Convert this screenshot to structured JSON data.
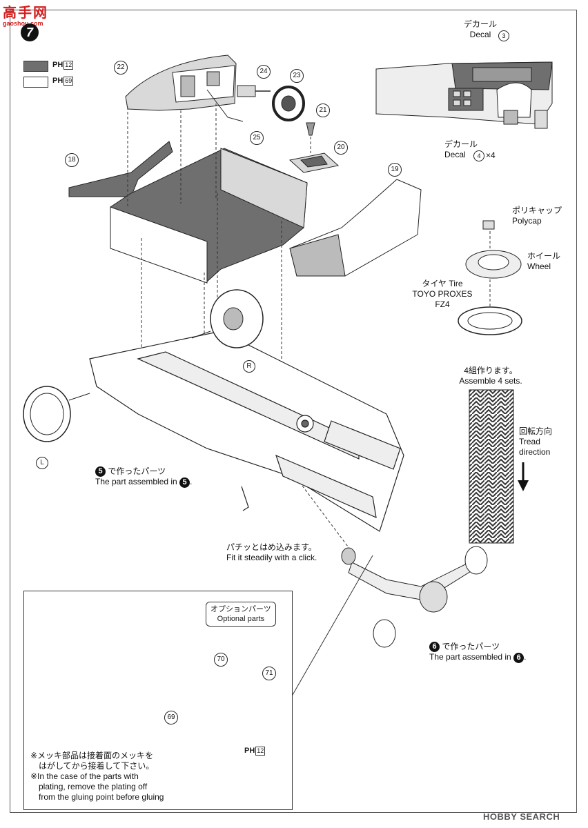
{
  "logo": {
    "text": "高手网",
    "sub": "gaoshou.com"
  },
  "step": {
    "number": "7"
  },
  "legend": [
    {
      "color": "#6f6f6f",
      "label": "PH",
      "code": "12"
    },
    {
      "color": "#ffffff",
      "label": "PH",
      "code": "69"
    }
  ],
  "parts": {
    "p18": "18",
    "p19": "19",
    "p20": "20",
    "p21": "21",
    "p22": "22",
    "p23": "23",
    "p24": "24",
    "p25": "25",
    "p69": "69",
    "p70": "70",
    "p71": "71"
  },
  "decal_top": {
    "jp": "デカール",
    "en": "Decal",
    "num": "3"
  },
  "decal_bottom": {
    "jp": "デカール",
    "en": "Decal",
    "num": "4",
    "qty": "×4"
  },
  "polycap": {
    "jp": "ポリキャップ",
    "en": "Polycap"
  },
  "wheel": {
    "jp": "ホイール",
    "en": "Wheel"
  },
  "tire": {
    "line1": "タイヤ Tire",
    "line2": "TOYO PROXES",
    "line3": "FZ4"
  },
  "assemble_sets": {
    "jp": "4組作ります。",
    "en": "Assemble 4 sets."
  },
  "tread": {
    "jp": "回転方向",
    "en1": "Tread",
    "en2": "direction"
  },
  "wheel_r": "R",
  "wheel_l": "L",
  "from_step5": {
    "jp": "で作ったパーツ",
    "en": "The part assembled in",
    "num": "5"
  },
  "from_step6": {
    "jp": "で作ったパーツ",
    "en": "The part assembled in",
    "num": "6"
  },
  "click_note": {
    "jp": "パチッとはめ込みます。",
    "en": "Fit it steadily with a click."
  },
  "optional": {
    "jp": "オプションパーツ",
    "en": "Optional parts"
  },
  "ph12_inset": {
    "label": "PH",
    "code": "12"
  },
  "plating_note": {
    "jp1": "※メッキ部品は接着面のメッキを",
    "jp2": "はがしてから接着して下さい。",
    "en1": "※In the case of the parts with",
    "en2": "plating, remove the plating off",
    "en3": "from the gluing point before gluing"
  },
  "watermark": {
    "brand": "HOBBY SEARCH"
  },
  "colors": {
    "gray_part": "#6f6f6f",
    "light_part": "#d9d9d9",
    "line": "#222222"
  }
}
